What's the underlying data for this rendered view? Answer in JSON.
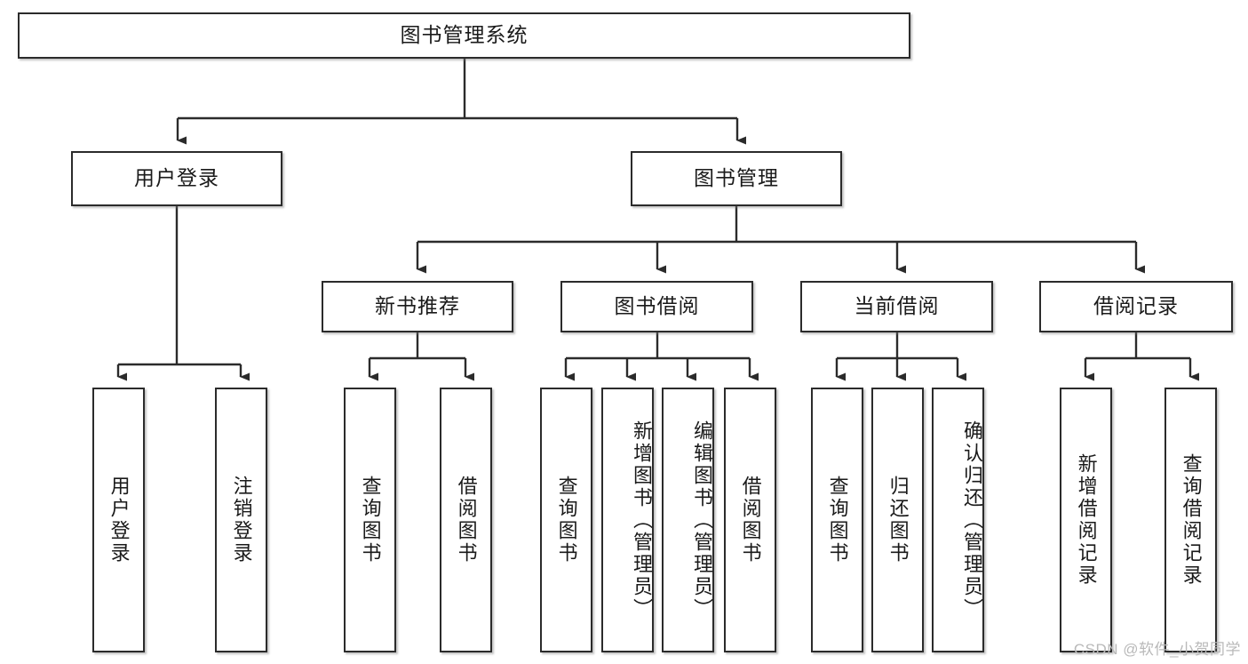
{
  "diagram": {
    "title": "图书管理系统",
    "type": "tree",
    "watermark": "CSDN @软件_小贺同学",
    "colors": {
      "box_border": "#2b2b2b",
      "box_fill": "#ffffff",
      "connector": "#2b2b2b",
      "text": "#1a1a1a",
      "watermark": "#b9b9b9"
    },
    "root": {
      "id": "root",
      "label": "图书管理系统",
      "orientation": "horizontal"
    },
    "level2": [
      {
        "id": "user-login",
        "label": "用户登录",
        "orientation": "horizontal"
      },
      {
        "id": "book-manage",
        "label": "图书管理",
        "orientation": "horizontal"
      }
    ],
    "level3": [
      {
        "id": "new-book-recommend",
        "label": "新书推荐",
        "orientation": "horizontal",
        "parent": "book-manage"
      },
      {
        "id": "book-borrow",
        "label": "图书借阅",
        "orientation": "horizontal",
        "parent": "book-manage"
      },
      {
        "id": "current-borrow",
        "label": "当前借阅",
        "orientation": "horizontal",
        "parent": "book-manage"
      },
      {
        "id": "borrow-record",
        "label": "借阅记录",
        "orientation": "horizontal",
        "parent": "book-manage"
      }
    ],
    "leaves": [
      {
        "id": "leaf-user-login",
        "label": "用户登录",
        "parent": "user-login"
      },
      {
        "id": "leaf-logout-login",
        "label": "注销登录",
        "parent": "user-login"
      },
      {
        "id": "leaf-query-book-1",
        "label": "查询图书",
        "parent": "new-book-recommend"
      },
      {
        "id": "leaf-borrow-book-1",
        "label": "借阅图书",
        "parent": "new-book-recommend"
      },
      {
        "id": "leaf-query-book-2",
        "label": "查询图书",
        "parent": "book-borrow"
      },
      {
        "id": "leaf-add-book",
        "label": "新增图书（管理员）",
        "parent": "book-borrow"
      },
      {
        "id": "leaf-edit-book",
        "label": "编辑图书（管理员）",
        "parent": "book-borrow"
      },
      {
        "id": "leaf-borrow-book-2",
        "label": "借阅图书",
        "parent": "book-borrow"
      },
      {
        "id": "leaf-query-book-3",
        "label": "查询图书",
        "parent": "current-borrow"
      },
      {
        "id": "leaf-return-book",
        "label": "归还图书",
        "parent": "current-borrow"
      },
      {
        "id": "leaf-confirm-return",
        "label": "确认归还（管理员）",
        "parent": "current-borrow"
      },
      {
        "id": "leaf-add-record",
        "label": "新增借阅记录",
        "parent": "borrow-record"
      },
      {
        "id": "leaf-query-record",
        "label": "查询借阅记录",
        "parent": "borrow-record"
      }
    ]
  }
}
